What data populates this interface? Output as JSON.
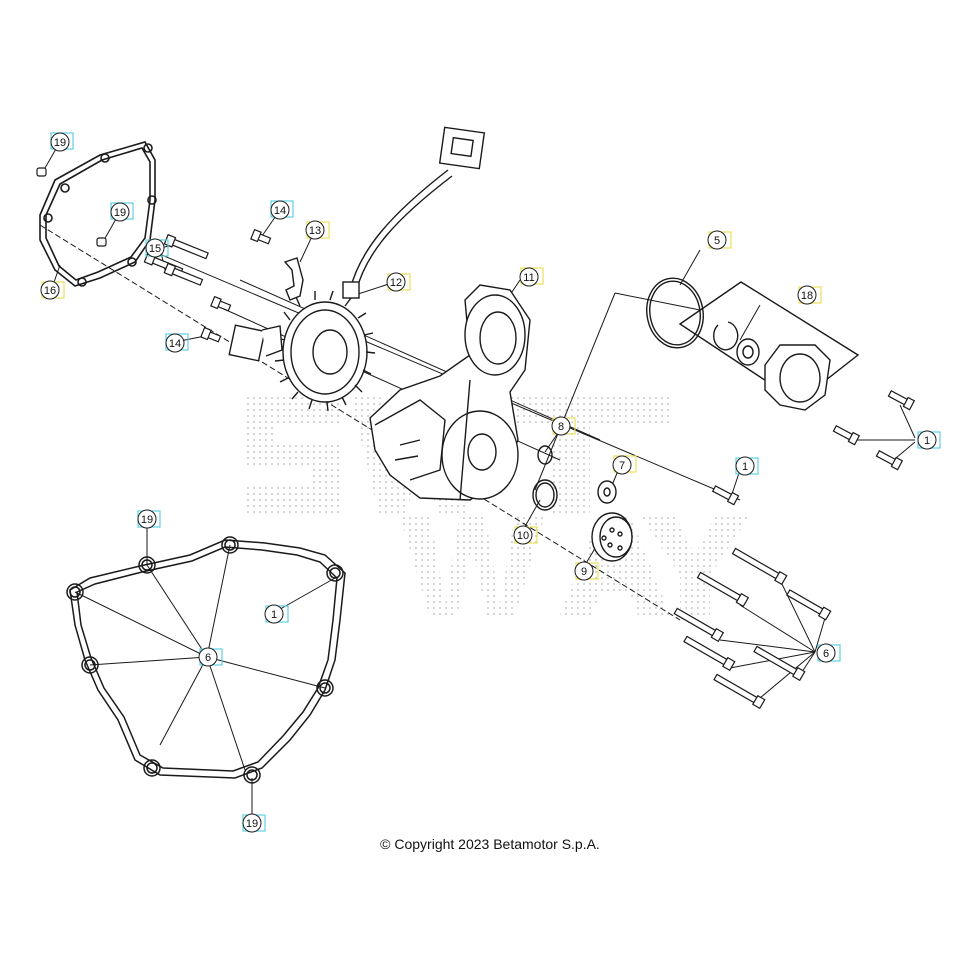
{
  "colors": {
    "line": "#1a1a1a",
    "callout_cyan": "#5fd0e6",
    "callout_yellow": "#e8e05a",
    "watermark": "#9a9a9a"
  },
  "watermark_text": "SWAY",
  "copyright": "© Copyright 2023 Betamotor S.p.A.",
  "callouts": {
    "c1a": "1",
    "c1b": "1",
    "c1c": "1",
    "c5": "5",
    "c6a": "6",
    "c6b": "6",
    "c7": "7",
    "c8": "8",
    "c9": "9",
    "c10": "10",
    "c11": "11",
    "c12": "12",
    "c13": "13",
    "c14a": "14",
    "c14b": "14",
    "c15": "15",
    "c16": "16",
    "c18": "18",
    "c19a": "19",
    "c19b": "19",
    "c19c": "19",
    "c19d": "19"
  }
}
